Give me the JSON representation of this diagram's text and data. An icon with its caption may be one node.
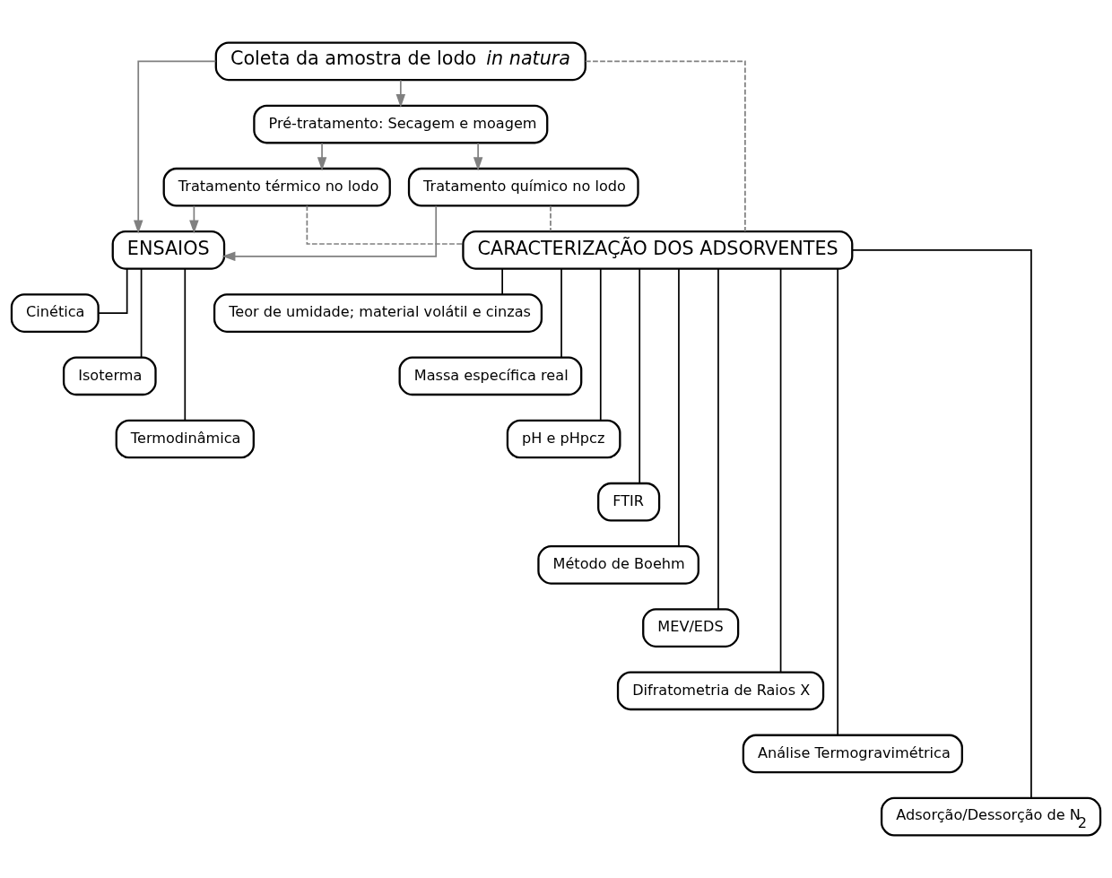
{
  "diagram": {
    "nodes": [
      {
        "text": [
          "Coleta da amostra de lodo *in natura*"
        ]
      },
      {
        "text": [
          "Pré-tratamento: Secagem e moagem"
        ]
      },
      {
        "text": [
          "Tratamento térmico no lodo"
        ]
      },
      {
        "text": [
          "Tratamento químico no lodo"
        ]
      },
      {
        "text": [
          "ENSAIOS"
        ]
      },
      {
        "text": [
          "Cinética"
        ]
      },
      {
        "text": [
          "Isoterma"
        ]
      },
      {
        "text": [
          "Termodinâmica"
        ]
      },
      {
        "text": [
          "CARACTERIZAÇÃO DOS ADSORVENTES"
        ]
      },
      {
        "text": [
          "Teor de umidade; material volátil e cinzas"
        ]
      },
      {
        "text": [
          "Massa específica real"
        ]
      },
      {
        "text": [
          "pH e pHpcz"
        ]
      },
      {
        "text": [
          "FTIR"
        ]
      },
      {
        "text": [
          "Método de Boehm"
        ]
      },
      {
        "text": [
          "MEV/EDS"
        ]
      },
      {
        "text": [
          "Difratometria de Raios X"
        ]
      },
      {
        "text": [
          "Análise Termogravimétrica"
        ]
      },
      {
        "text": [
          "Adsorção/Dessorção de N$_{2}$"
        ]
      }
    ],
    "edges": [
      {
        "from": 0,
        "to": 4,
        "arrow": "to",
        "color": "#808080"
      },
      {
        "from": 0,
        "to": 1,
        "arrow": "to",
        "color": "#808080"
      },
      {
        "from": 0,
        "to": 8,
        "arrow": "none",
        "style": "dashed",
        "color": "#808080"
      },
      {
        "from": 1,
        "to": 2,
        "arrow": "to",
        "color": "#808080"
      },
      {
        "from": 1,
        "to": 3,
        "arrow": "to",
        "color": "#808080"
      },
      {
        "from": 2,
        "to": 4,
        "arrow": "to",
        "color": "#808080"
      },
      {
        "from": 3,
        "to": 4,
        "arrow": "to",
        "color": "#808080"
      },
      {
        "from": 2,
        "to": 8,
        "arrow": "none",
        "style": "dashed",
        "color": "#808080"
      },
      {
        "from": 3,
        "to": 8,
        "arrow": "none",
        "style": "dashed",
        "color": "#808080"
      },
      {
        "from": 4,
        "to": 5,
        "arrow": "none"
      },
      {
        "from": 4,
        "to": 6,
        "arrow": "none"
      },
      {
        "from": 4,
        "to": 7,
        "arrow": "none"
      },
      {
        "from": 8,
        "to": 9,
        "arrow": "none"
      },
      {
        "from": 8,
        "to": 10,
        "arrow": "none"
      },
      {
        "from": 8,
        "to": 11,
        "arrow": "none"
      },
      {
        "from": 8,
        "to": 12,
        "arrow": "none"
      },
      {
        "from": 8,
        "to": 13,
        "arrow": "none"
      },
      {
        "from": 8,
        "to": 14,
        "arrow": "none"
      },
      {
        "from": 8,
        "to": 15,
        "arrow": "none"
      },
      {
        "from": 8,
        "to": 16,
        "arrow": "none"
      },
      {
        "from": 8,
        "to": 17,
        "arrow": "none"
      }
    ]
  }
}
